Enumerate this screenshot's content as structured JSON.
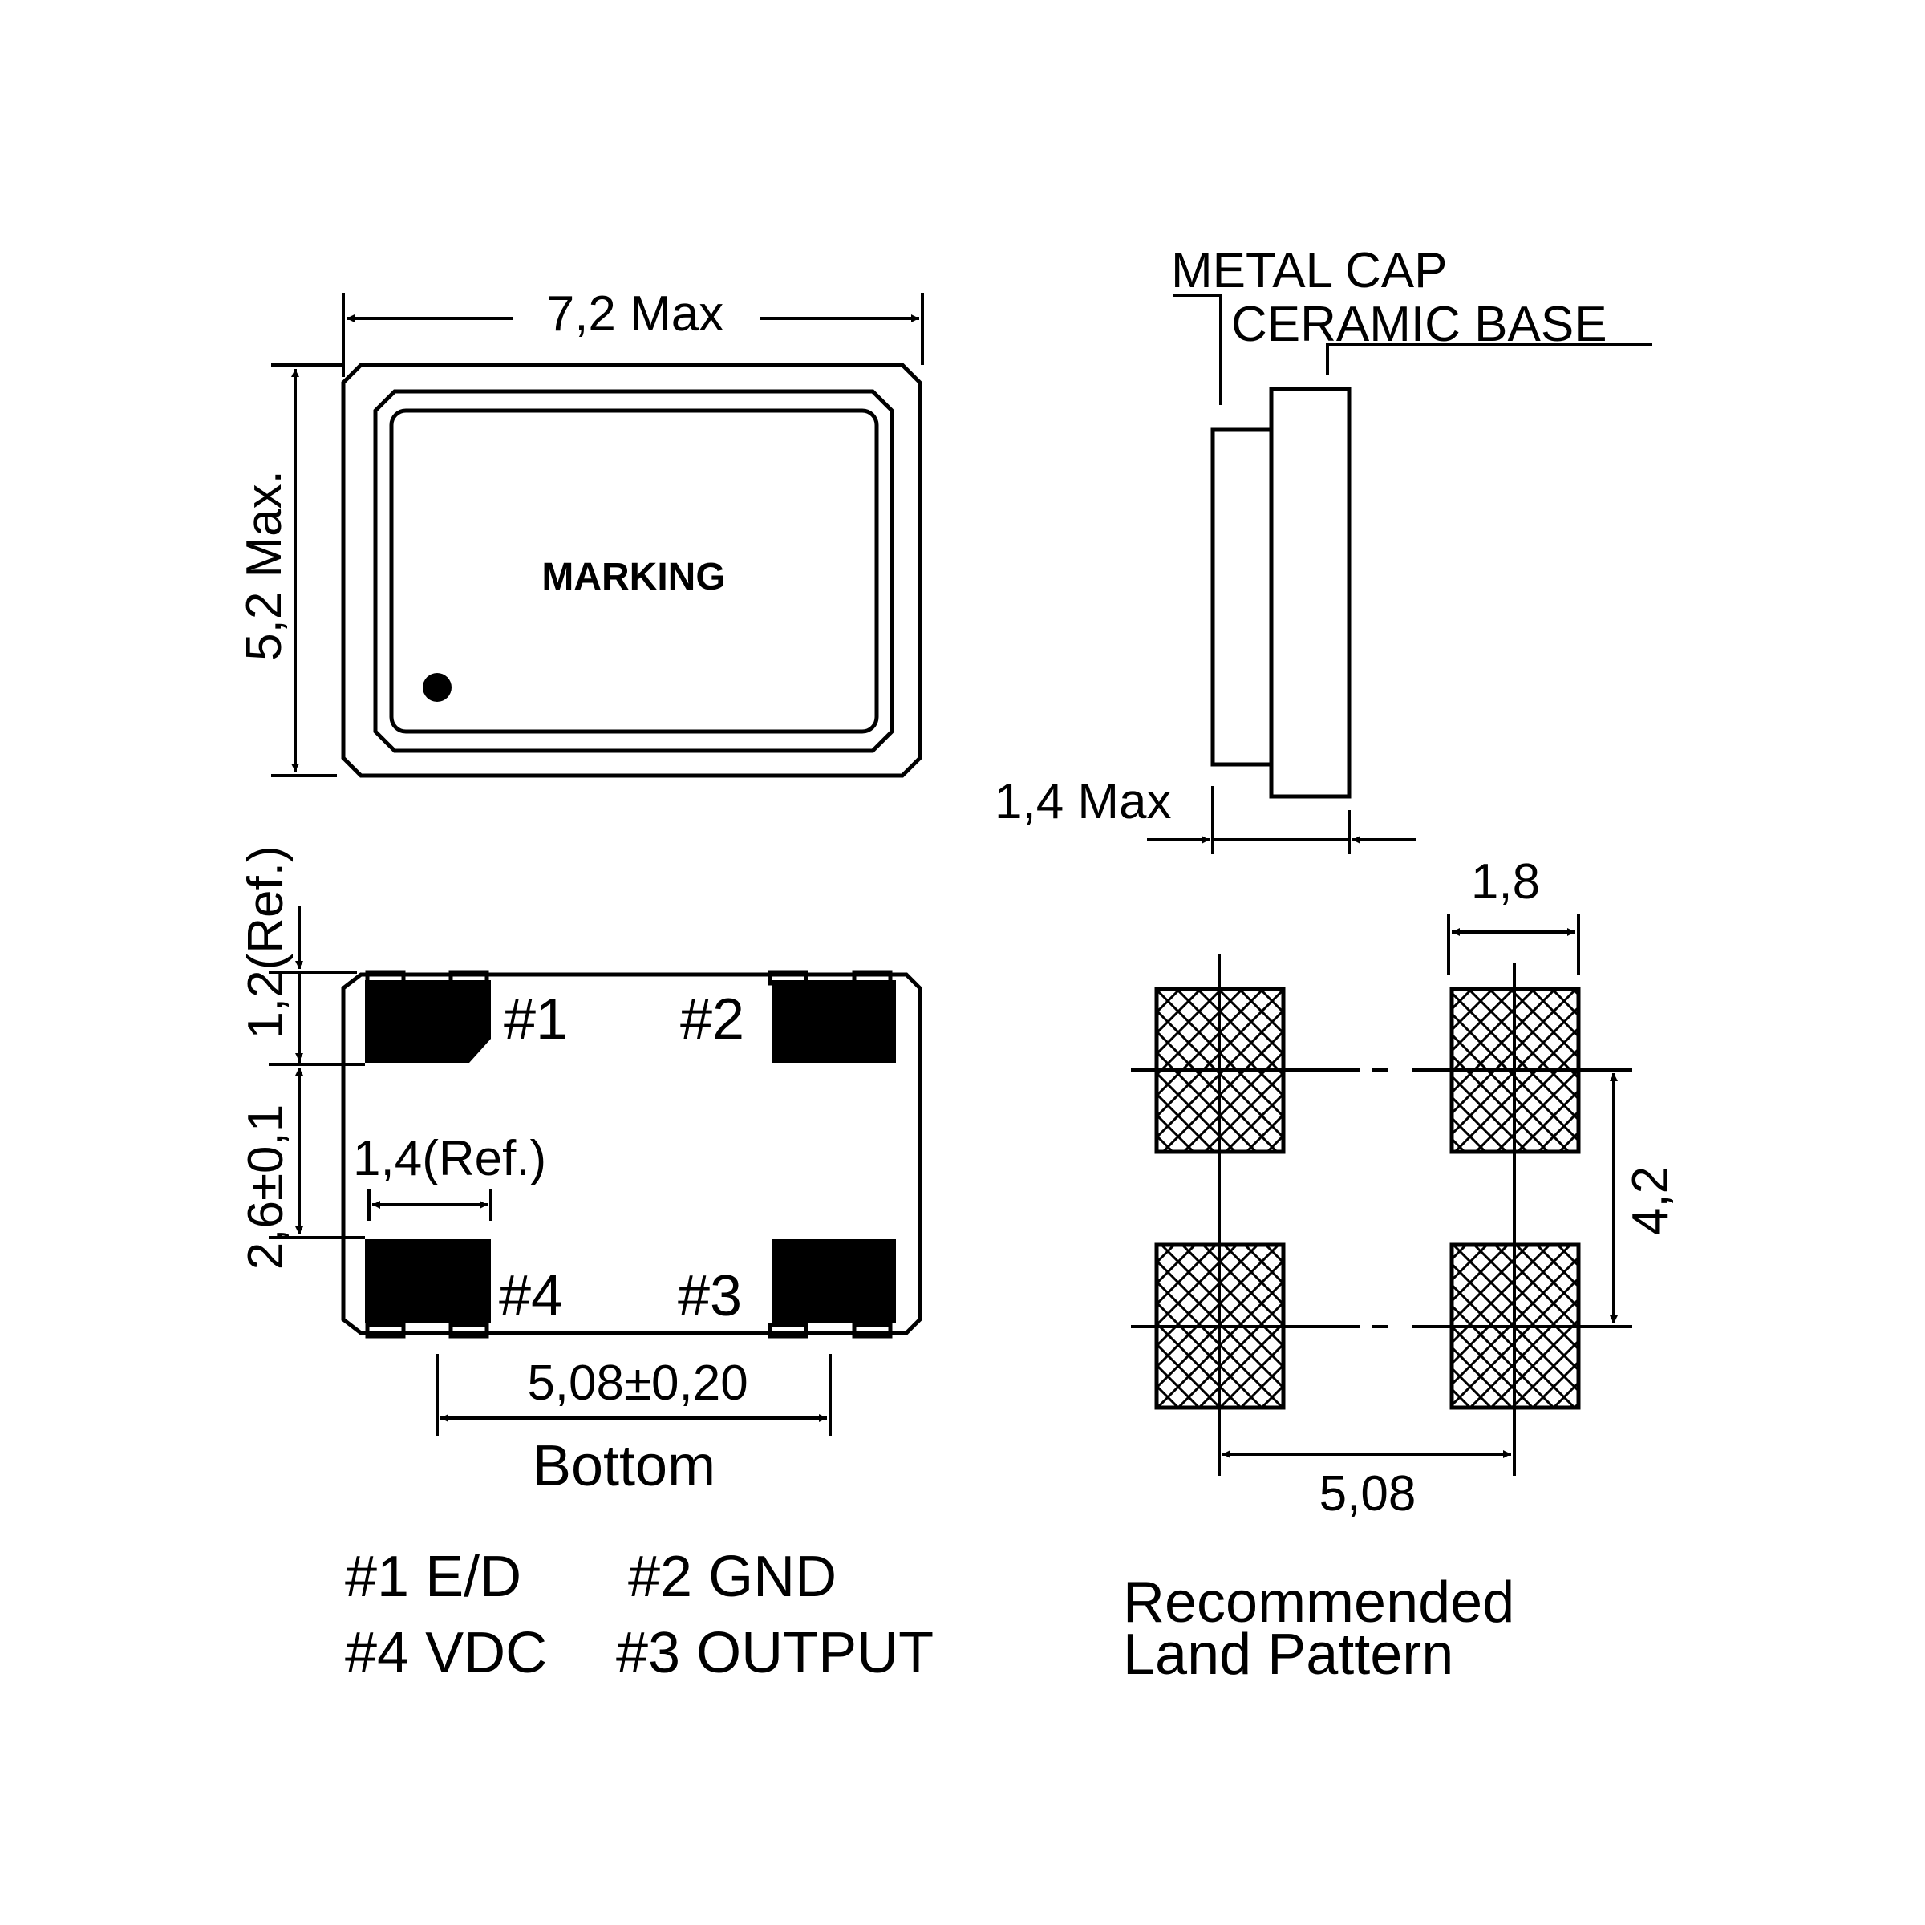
{
  "top_view": {
    "width_label": "7,2 Max",
    "height_label": "5,2 Max.",
    "marking_label": "MARKING"
  },
  "side_view": {
    "metal_cap_label": "METAL CAP",
    "ceramic_base_label": "CERAMIC BASE",
    "thickness_label": "1,4 Max"
  },
  "bottom_view": {
    "pad_height_label": "1,2(Ref.)",
    "pitch_vertical_label": "2,6±0,1",
    "pad_width_label": "1,4(Ref.)",
    "pitch_horizontal_label": "5,08±0,20",
    "view_caption": "Bottom",
    "pin_numbers": [
      "#1",
      "#2",
      "#3",
      "#4"
    ]
  },
  "land_pattern": {
    "pad_width_label": "1,8",
    "vertical_pitch_label": "4,2",
    "horizontal_pitch_label": "5,08",
    "caption_line1": "Recommended",
    "caption_line2": "Land Pattern"
  },
  "pin_legend": {
    "line1_left": "#1 E/D",
    "line1_right": "#2 GND",
    "line2_left": "#4 VDC",
    "line2_right": "#3 OUTPUT"
  }
}
